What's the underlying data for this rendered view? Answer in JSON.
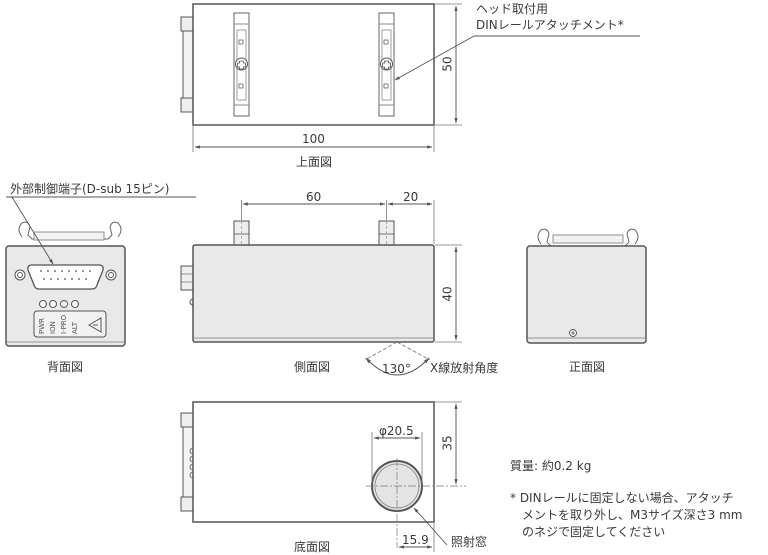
{
  "colors": {
    "line": "#555555",
    "body_fill": "#e9e9e9",
    "text": "#3a3a3a",
    "window_fill": "#e4e4e4"
  },
  "views": {
    "top": {
      "caption": "上面図",
      "dim_width": "100",
      "dim_height": "50",
      "callout_line1": "ヘッド取付用",
      "callout_line2": "DINレールアタッチメント*"
    },
    "back": {
      "caption": "背面図",
      "callout": "外部制御端子(D-sub 15ピン)",
      "led_labels": [
        "PWR",
        "ION",
        "I-PRO",
        "ALT"
      ],
      "warning_icon": "warning-triangle-icon"
    },
    "side": {
      "caption": "側面図",
      "dim_spacing": "60",
      "dim_offset": "20",
      "dim_height": "40",
      "angle": "130°",
      "angle_label": "X線放射角度"
    },
    "front": {
      "caption": "正面図"
    },
    "bottom": {
      "caption": "底面図",
      "dim_diameter": "φ20.5",
      "dim_from_edge": "15.9",
      "dim_height": "35",
      "window_label": "照射窓"
    }
  },
  "specs": {
    "mass": "質量: 約0.2 kg",
    "footnote_lines": [
      "* DINレールに固定しない場合、アタッチ",
      "メントを取り外し、M3サイズ深さ3 mm",
      "のネジで固定してください"
    ]
  }
}
